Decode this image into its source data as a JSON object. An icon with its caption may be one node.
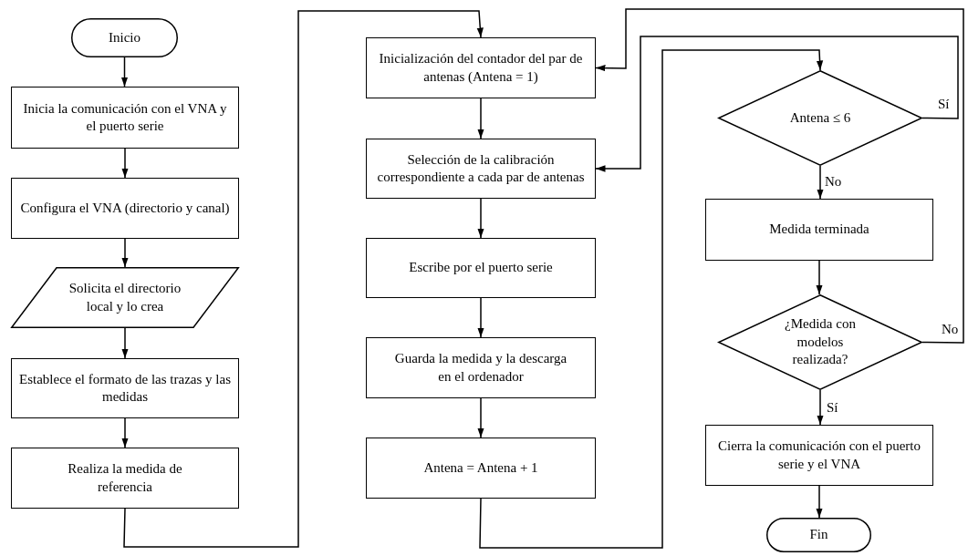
{
  "diagram": {
    "nodes": [
      {
        "text": [
          "Inicio"
        ]
      },
      {
        "text": [
          "Inicia la comunicación con el VNA y el puerto serie"
        ]
      },
      {
        "text": [
          "Configura el VNA (directorio y canal)"
        ]
      },
      {
        "text": [
          "Solicita el directorio local y lo crea"
        ]
      },
      {
        "text": [
          "Establece el formato de las trazas y las medidas"
        ]
      },
      {
        "text": [
          "Realiza la medida de referencia"
        ]
      },
      {
        "text": [
          "Inicialización del contador del par de antenas (Antena = 1)"
        ]
      },
      {
        "text": [
          "Selección de la calibración correspondiente a cada par de antenas"
        ]
      },
      {
        "text": [
          "Escribe por el puerto serie"
        ]
      },
      {
        "text": [
          "Guarda la medida y la descarga en el ordenador"
        ]
      },
      {
        "text": [
          "Antena = Antena + 1"
        ]
      },
      {
        "text": [
          "Antena ≤ 6"
        ]
      },
      {
        "text": [
          "Medida terminada"
        ]
      },
      {
        "text": [
          "¿Medida con modelos realizada?"
        ]
      },
      {
        "text": [
          "Cierra la comunicación con el puerto serie y el VNA"
        ]
      },
      {
        "text": [
          "Fin"
        ]
      }
    ],
    "edges": [
      {
        "from": 0,
        "to": 1,
        "arrow": "to"
      },
      {
        "from": 1,
        "to": 2,
        "arrow": "to"
      },
      {
        "from": 2,
        "to": 3,
        "arrow": "to"
      },
      {
        "from": 3,
        "to": 4,
        "arrow": "to"
      },
      {
        "from": 4,
        "to": 5,
        "arrow": "to"
      },
      {
        "from": 5,
        "to": 6,
        "arrow": "to"
      },
      {
        "from": 6,
        "to": 7,
        "arrow": "to"
      },
      {
        "from": 7,
        "to": 8,
        "arrow": "to"
      },
      {
        "from": 8,
        "to": 9,
        "arrow": "to"
      },
      {
        "from": 9,
        "to": 10,
        "arrow": "to"
      },
      {
        "from": 10,
        "to": 11,
        "arrow": "to"
      },
      {
        "from": 11,
        "to": 12,
        "arrow": "to",
        "label": "No"
      },
      {
        "from": 11,
        "to": 7,
        "arrow": "to",
        "label": "Sí"
      },
      {
        "from": 12,
        "to": 13,
        "arrow": "to"
      },
      {
        "from": 13,
        "to": 14,
        "arrow": "to",
        "label": "Sí"
      },
      {
        "from": 13,
        "to": 6,
        "arrow": "to",
        "label": "No"
      },
      {
        "from": 14,
        "to": 15,
        "arrow": "to"
      }
    ]
  }
}
